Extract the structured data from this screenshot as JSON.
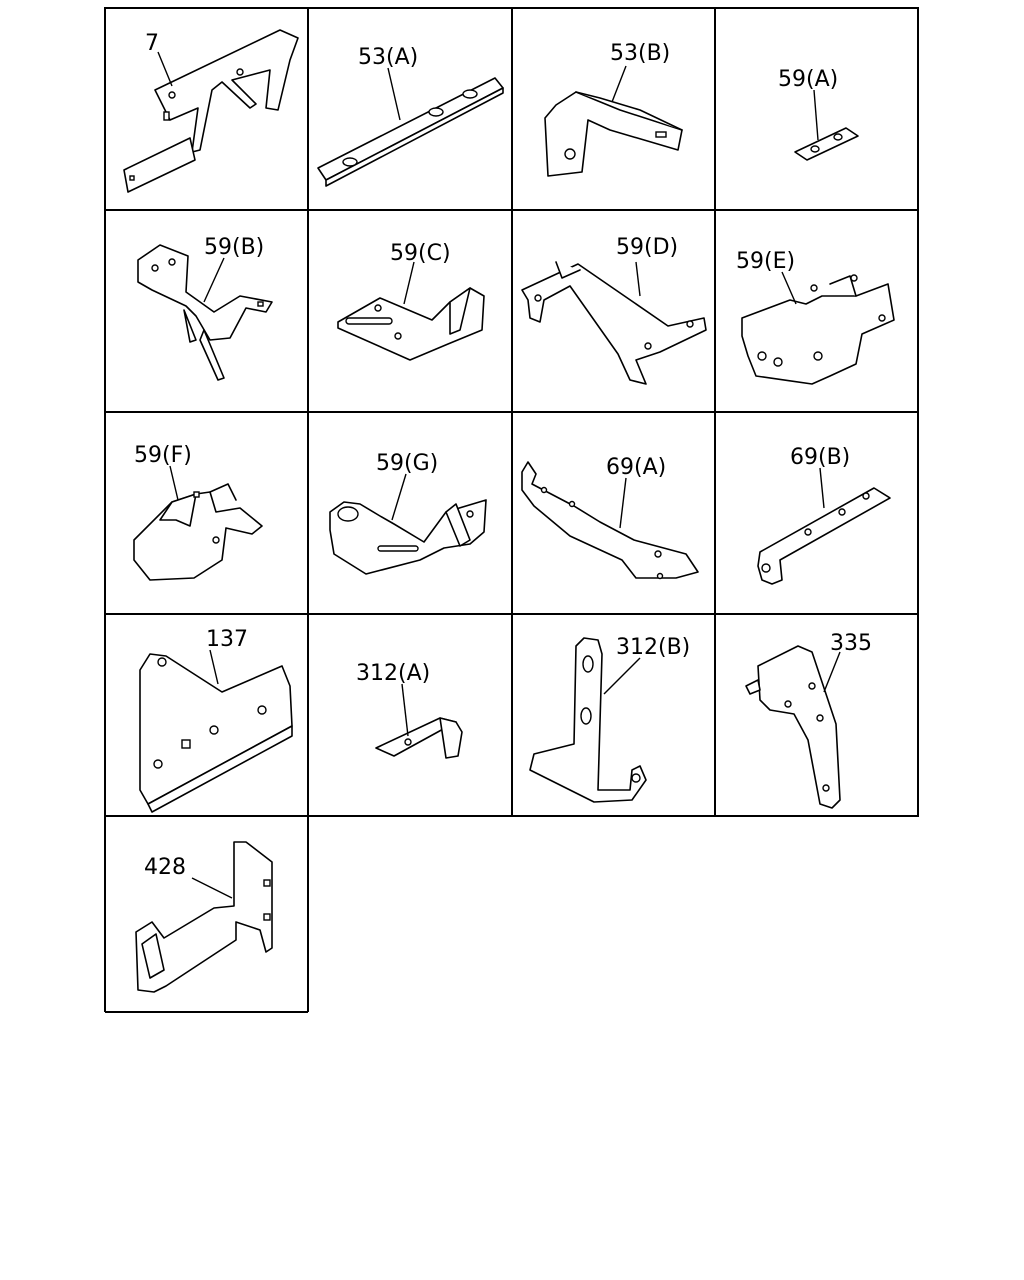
{
  "diagram": {
    "parts": [
      {
        "label": "7",
        "icon": "bracket-7-icon"
      },
      {
        "label": "53(A)",
        "icon": "flat-plate-bracket-icon"
      },
      {
        "label": "53(B)",
        "icon": "bent-bracket-icon"
      },
      {
        "label": "59(A)",
        "icon": "small-plate-icon"
      },
      {
        "label": "59(B)",
        "icon": "bracket-59b-icon"
      },
      {
        "label": "59(C)",
        "icon": "slotted-bracket-icon"
      },
      {
        "label": "59(D)",
        "icon": "long-stay-icon"
      },
      {
        "label": "59(E)",
        "icon": "bracket-59e-icon"
      },
      {
        "label": "59(F)",
        "icon": "bracket-59f-icon"
      },
      {
        "label": "59(G)",
        "icon": "bracket-59g-icon"
      },
      {
        "label": "69(A)",
        "icon": "long-bracket-icon"
      },
      {
        "label": "69(B)",
        "icon": "angled-bracket-icon"
      },
      {
        "label": "137",
        "icon": "plate-bracket-icon"
      },
      {
        "label": "312(A)",
        "icon": "l-bracket-icon"
      },
      {
        "label": "312(B)",
        "icon": "upright-bracket-icon"
      },
      {
        "label": "335",
        "icon": "clamp-bracket-icon"
      },
      {
        "label": "428",
        "icon": "frame-bracket-icon"
      }
    ]
  }
}
